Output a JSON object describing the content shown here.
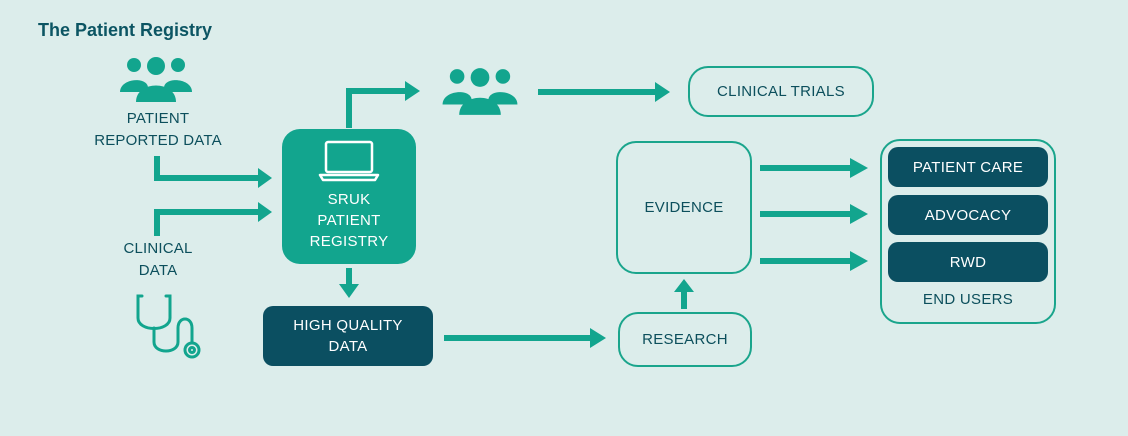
{
  "title": "The Patient Registry",
  "labels": {
    "patient_reported": [
      "PATIENT",
      "REPORTED DATA"
    ],
    "clinical": [
      "CLINICAL",
      "DATA"
    ]
  },
  "registry": [
    "SRUK",
    "PATIENT",
    "REGISTRY"
  ],
  "high_quality": [
    "HIGH QUALITY",
    "DATA"
  ],
  "clinical_trials": "CLINICAL TRIALS",
  "evidence": "EVIDENCE",
  "research": "RESEARCH",
  "end_users": {
    "items": [
      "PATIENT CARE",
      "ADVOCACY",
      "RWD"
    ],
    "caption": "END USERS"
  },
  "colors": {
    "background": "#dcedeb",
    "green": "#12a58e",
    "dark": "#0b4f61",
    "text": "#0c4f5c"
  },
  "icons": [
    "people-group-icon",
    "laptop-icon",
    "stethoscope-icon"
  ]
}
